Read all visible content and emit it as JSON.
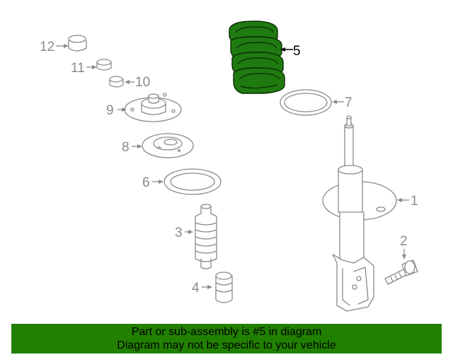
{
  "diagram": {
    "highlighted_part": "5",
    "callouts": [
      "1",
      "2",
      "3",
      "4",
      "5",
      "6",
      "7",
      "8",
      "9",
      "10",
      "11",
      "12"
    ]
  },
  "banner": {
    "line1": "Part or sub-assembly is #5 in diagram",
    "line2": "Diagram may not be specific to your vehicle"
  },
  "colors": {
    "highlight": "#1f7a0f",
    "banner_bg": "#218000",
    "line_art": "#8a8a8a"
  }
}
